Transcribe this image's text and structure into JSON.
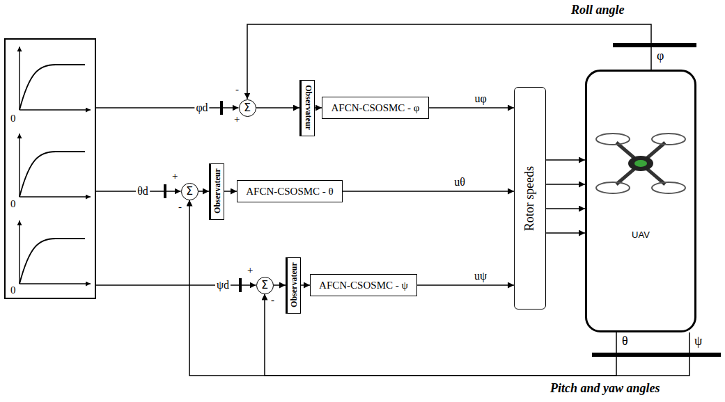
{
  "diagram": {
    "nodes": [
      {
        "text": [
          "0",
          "0",
          "0"
        ]
      },
      {
        "text": [
          "Σ"
        ]
      },
      {
        "text": [
          "Observateur"
        ]
      },
      {
        "text": [
          "AFCN-CSOSMC - φ"
        ]
      },
      {
        "text": [
          "Σ"
        ]
      },
      {
        "text": [
          "Observateur"
        ]
      },
      {
        "text": [
          "AFCN-CSOSMC - θ"
        ]
      },
      {
        "text": [
          "Σ"
        ]
      },
      {
        "text": [
          "Observateur"
        ]
      },
      {
        "text": [
          "AFCN-CSOSMC - ψ"
        ]
      },
      {
        "text": [
          "Rotor speeds"
        ]
      },
      {
        "text": [
          "UAV"
        ]
      }
    ],
    "edges": [
      {
        "from": 0,
        "to": 1,
        "arrow": "to",
        "label": "φd"
      },
      {
        "from": 0,
        "to": 4,
        "arrow": "to",
        "label": "θd"
      },
      {
        "from": 0,
        "to": 7,
        "arrow": "to",
        "label": "ψd"
      },
      {
        "from": 1,
        "to": 2,
        "arrow": "to"
      },
      {
        "from": 2,
        "to": 3,
        "arrow": "to"
      },
      {
        "from": 4,
        "to": 5,
        "arrow": "to"
      },
      {
        "from": 5,
        "to": 6,
        "arrow": "to"
      },
      {
        "from": 7,
        "to": 8,
        "arrow": "to"
      },
      {
        "from": 8,
        "to": 9,
        "arrow": "to"
      },
      {
        "from": 3,
        "to": 10,
        "arrow": "to",
        "label": "uφ"
      },
      {
        "from": 6,
        "to": 10,
        "arrow": "to",
        "label": "uθ"
      },
      {
        "from": 9,
        "to": 10,
        "arrow": "to",
        "label": "uψ"
      },
      {
        "from": 10,
        "to": 11,
        "arrow": "to"
      },
      {
        "from": 10,
        "to": 11,
        "arrow": "to"
      },
      {
        "from": 10,
        "to": 11,
        "arrow": "to"
      },
      {
        "from": 10,
        "to": 11,
        "arrow": "to"
      },
      {
        "from": 11,
        "to": 1,
        "arrow": "to"
      },
      {
        "from": 11,
        "to": 4,
        "arrow": "to"
      },
      {
        "from": 11,
        "to": 7,
        "arrow": "to"
      }
    ],
    "labels": [
      "Roll angle",
      "φ",
      "θ",
      "ψ",
      "-",
      "+",
      "+",
      "-",
      "+",
      "-",
      "Pitch and yaw angles"
    ]
  }
}
